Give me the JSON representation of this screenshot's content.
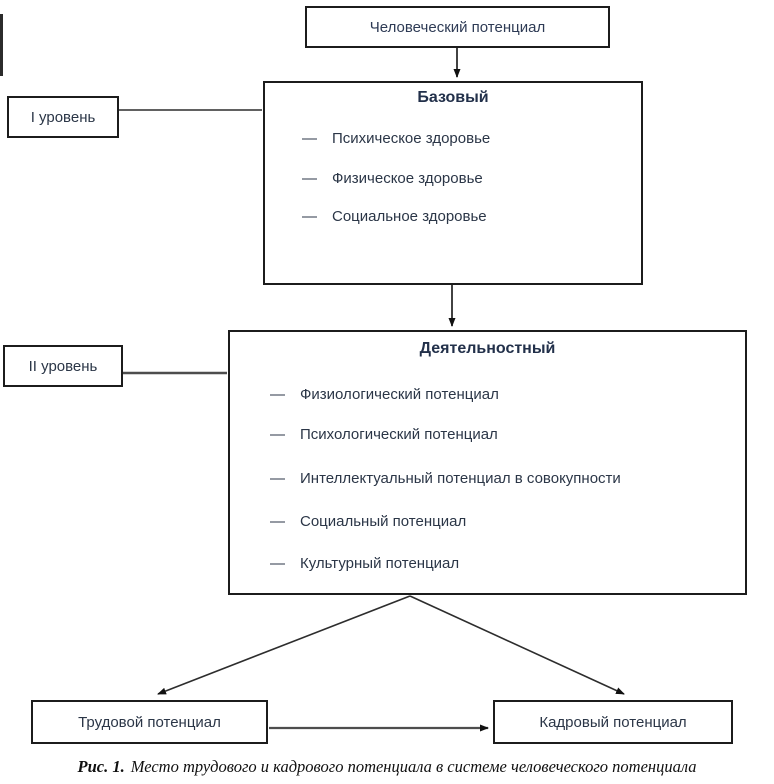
{
  "diagram": {
    "root_box": {
      "label": "Человеческий потенциал"
    },
    "level1": {
      "label": "I уровень"
    },
    "level2": {
      "label": "II уровень"
    },
    "basic": {
      "title": "Базовый",
      "bullet": "—",
      "items": [
        "Психическое здоровье",
        "Физическое здоровье",
        "Социальное здоровье"
      ]
    },
    "activity": {
      "title": "Деятельностный",
      "bullet": "—",
      "items": [
        "Физиологический потенциал",
        "Психологический потенциал",
        "Интеллектуальный потенциал в совокупности",
        "Социальный потенциал",
        "Культурный потенциал"
      ]
    },
    "labor_box": {
      "label": "Трудовой потенциал"
    },
    "personnel_box": {
      "label": "Кадровый потенциал"
    },
    "caption": {
      "prefix": "Рис. 1.",
      "text": "Место трудового и кадрового потенциала в системе человеческого потенциала"
    },
    "colors": {
      "border": "#1c1c1c",
      "text": "#2b3647",
      "title_text": "#22304a",
      "line": "#2d2d2d",
      "thick_line": "#4d4d4d",
      "background": "#ffffff"
    }
  }
}
